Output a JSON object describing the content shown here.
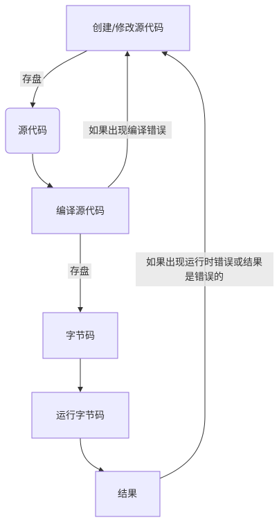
{
  "nodes": {
    "edit": "创建/修改源代码",
    "source": "源代码",
    "compile": "编译源代码",
    "bytecode": "字节码",
    "run": "运行字节码",
    "result": "结果"
  },
  "edges": {
    "save1": "存盘",
    "compile_error": "如果出现编译错误",
    "save2": "存盘",
    "runtime_error_line1": "如果出现运行时错误或结果",
    "runtime_error_line2": "是错误的"
  }
}
